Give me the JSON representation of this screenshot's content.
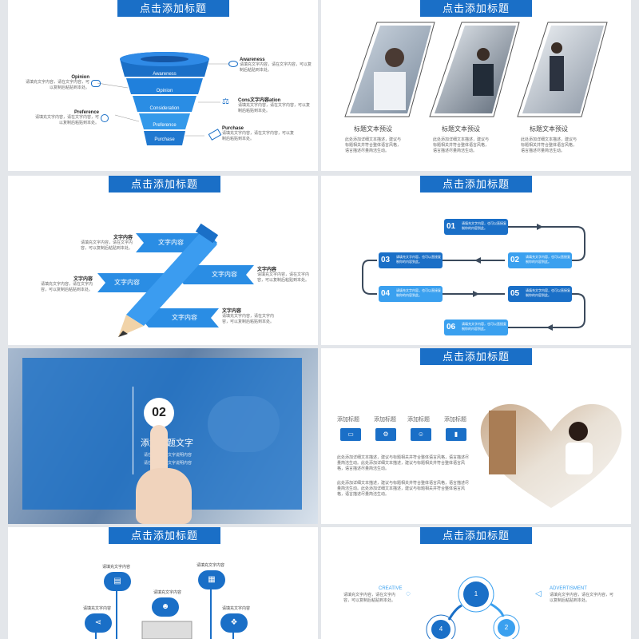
{
  "slide_title": "点击添加标题",
  "slide1": {
    "funnel": [
      "Awareness",
      "Opinion",
      "Consideration",
      "Preference",
      "Purchase"
    ],
    "left_items": [
      {
        "title": "Opinion",
        "text": "请填充文字内容，请在文字内容，可以复制后粘贴到本处。"
      },
      {
        "title": "Preference",
        "text": "请填充文字内容，请在文字内容，可以复制后粘贴到本处。"
      }
    ],
    "right_items": [
      {
        "title": "Awareness",
        "text": "请填充文字内容，请在文字内容，可以复制后粘贴到本处。"
      },
      {
        "title": "Cons文字内容ation",
        "text": "请填充文字内容，请在文字内容，可以复制后粘贴到本处。"
      },
      {
        "title": "Purchase",
        "text": "请填充文字内容，请在文字内容，可以复制后粘贴到本处。"
      }
    ]
  },
  "slide2": {
    "captions": [
      "标题文本预设",
      "标题文本预设",
      "标题文本预设"
    ],
    "desc": "此处添加详细文本描述，建议与标题相关并符合整体语言风格，语言描述尽量简洁生动。"
  },
  "slide3": {
    "arrows": [
      "文字内容",
      "文字内容",
      "文字内容",
      "文字内容"
    ],
    "notes": [
      {
        "title": "文字内容",
        "text": "请填充文字内容，请在文字内容，可以复制后粘贴到本处。"
      },
      {
        "title": "文字内容",
        "text": "请填充文字内容，请在文字内容，可以复制后粘贴到本处。"
      },
      {
        "title": "文字内容",
        "text": "请填充文字内容，请在文字内容，可以复制后粘贴到本处。"
      },
      {
        "title": "文字内容",
        "text": "请填充文字内容，请在文字内容，可以复制后粘贴到本处。"
      }
    ]
  },
  "slide4": {
    "steps": [
      {
        "num": "01",
        "text": "请填充文字内容，也可以直接复制你的内容到此。"
      },
      {
        "num": "02",
        "text": "请填充文字内容，也可以直接复制你的内容到此。"
      },
      {
        "num": "03",
        "text": "请填充文字内容，也可以直接复制你的内容到此。"
      },
      {
        "num": "04",
        "text": "请填充文字内容，也可以直接复制你的内容到此。"
      },
      {
        "num": "05",
        "text": "请填充文字内容，也可以直接复制你的内容到此。"
      },
      {
        "num": "06",
        "text": "请填充文字内容，也可以直接复制你的内容到此。"
      }
    ]
  },
  "slide5": {
    "number": "02",
    "heading": "添加标题文字",
    "bullets": [
      "请在此处添加文字说明内容",
      "请在此处添加文字说明内容"
    ]
  },
  "slide6": {
    "tabs": [
      "添加标题",
      "添加标题",
      "添加标题",
      "添加标题"
    ],
    "para1": "此处添加详细文本描述，建议与标题相关并符合整体语言风格，语言描述尽量简洁生动。此处添加详细文本描述，建议与标题相关并符合整体语言风格，语言描述尽量简洁生动。",
    "para2": "此处添加详细文本描述，建议与标题相关并符合整体语言风格，语言描述尽量简洁生动。此处添加详细文本描述，建议与标题相关并符合整体语言风格，语言描述尽量简洁生动。"
  },
  "slide7": {
    "labels": [
      "请填充文字内容",
      "请填充文字内容",
      "请填充文字内容",
      "请填充文字内容",
      "请填充文字内容"
    ]
  },
  "slide8": {
    "left_title": "CREATIVE",
    "right_title": "ADVERTISMENT",
    "text": "请填充文字内容，请在文字内容，可以复制后粘贴到本处。",
    "nums": [
      "1",
      "2",
      "4"
    ]
  },
  "colors": {
    "primary": "#1a6fc7",
    "light": "#3aa0ef",
    "bg": "#e3e6ea"
  }
}
